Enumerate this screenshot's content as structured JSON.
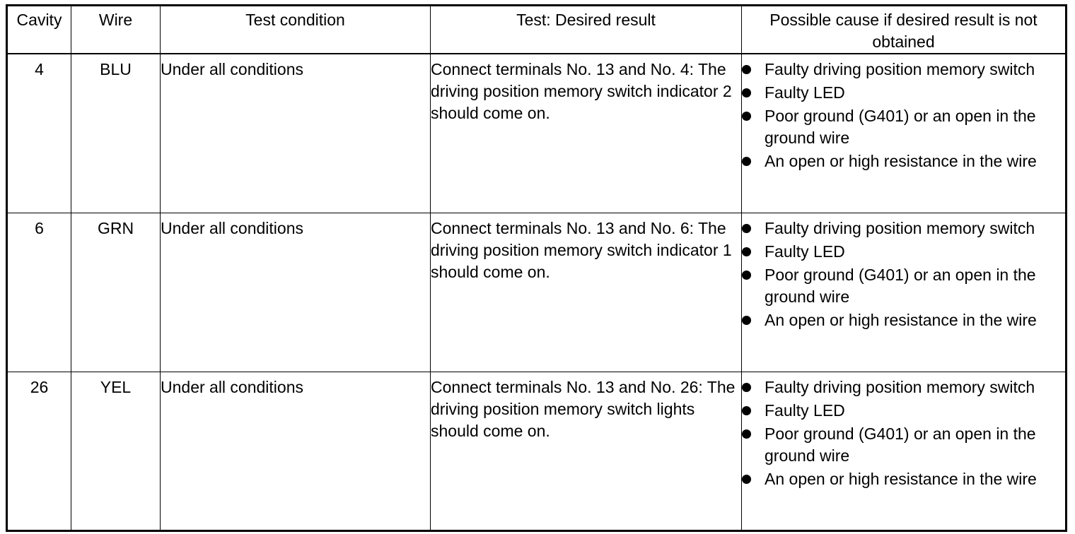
{
  "table": {
    "headers": {
      "cavity": "Cavity",
      "wire": "Wire",
      "test_condition": "Test condition",
      "desired_result": "Test: Desired result",
      "possible_cause": "Possible cause if desired result is not obtained"
    },
    "rows": [
      {
        "cavity": "4",
        "wire": "BLU",
        "test_condition": "Under all conditions",
        "desired_result": "Connect terminals No. 13 and No. 4: The driving position memory switch indicator 2 should come on.",
        "causes": [
          "Faulty driving position memory switch",
          "Faulty LED",
          "Poor ground (G401) or an open in the ground wire",
          "An open or high resistance in the wire"
        ]
      },
      {
        "cavity": "6",
        "wire": "GRN",
        "test_condition": "Under all conditions",
        "desired_result": "Connect terminals No. 13 and No. 6: The driving position memory switch indicator 1 should come on.",
        "causes": [
          "Faulty driving position memory switch",
          "Faulty LED",
          "Poor ground (G401) or an open in the ground wire",
          "An open or high resistance in the wire"
        ]
      },
      {
        "cavity": "26",
        "wire": "YEL",
        "test_condition": "Under all conditions",
        "desired_result": "Connect terminals No. 13 and No. 26: The driving position memory switch lights should come on.",
        "causes": [
          "Faulty driving position memory switch",
          "Faulty LED",
          "Poor ground (G401) or an open in the ground wire",
          "An open or high resistance in the wire"
        ]
      }
    ]
  }
}
